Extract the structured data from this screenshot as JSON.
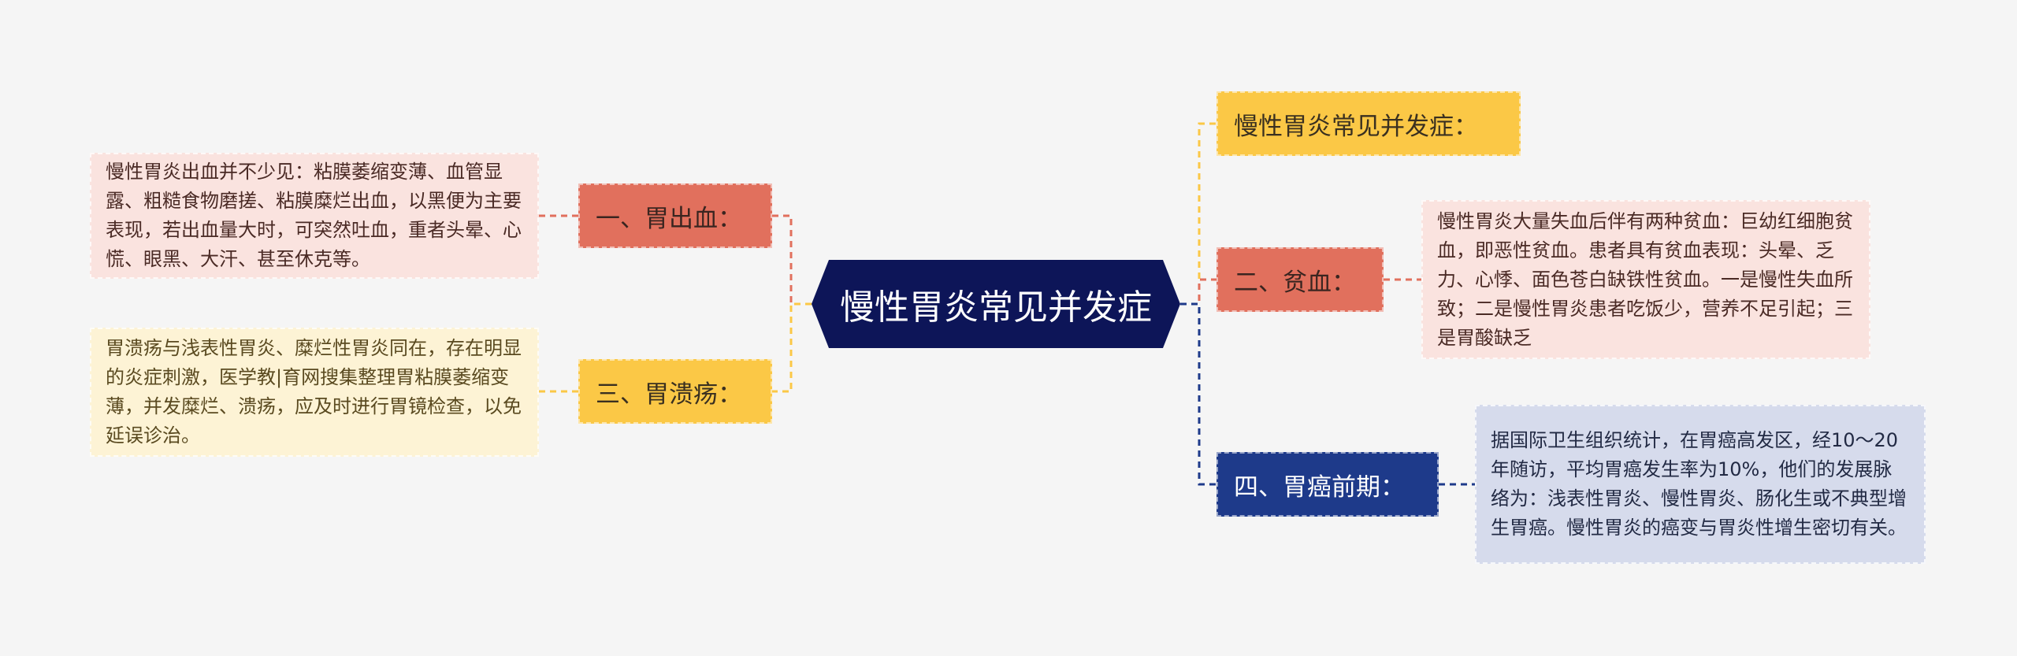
{
  "root": {
    "title": "慢性胃炎常见并发症"
  },
  "branches": [
    {
      "label": "一、胃出血：",
      "text": "慢性胃炎出血并不少见：粘膜萎缩变薄、血管显露、粗糙食物磨搓、粘膜糜烂出血，以黑便为主要表现，若出血量大时，可突然吐血，重者头晕、心慌、眼黑、大汗、甚至休克等。"
    },
    {
      "label": "三、胃溃疡：",
      "text": "胃溃疡与浅表性胃炎、糜烂性胃炎同在，存在明显的炎症刺激，医学教|育网搜集整理胃粘膜萎缩变薄，并发糜烂、溃疡，应及时进行胃镜检查，以免延误诊治。"
    },
    {
      "label": "慢性胃炎常见并发症："
    },
    {
      "label": "二、贫血：",
      "text": "慢性胃炎大量失血后伴有两种贫血：巨幼红细胞贫血，即恶性贫血。患者具有贫血表现：头晕、乏力、心悸、面色苍白缺铁性贫血。一是慢性失血所致；二是慢性胃炎患者吃饭少，营养不足引起；三是胃酸缺乏"
    },
    {
      "label": "四、胃癌前期：",
      "text": "据国际卫生组织统计，在胃癌高发区，经10～20年随访，平均胃癌发生率为10%，他们的发展脉络为：浅表性胃炎、慢性胃炎、肠化生或不典型增生胃癌。慢性胃炎的癌变与胃炎性增生密切有关。"
    }
  ],
  "colors": {
    "background": "#f5f5f5",
    "root": "#0d1558",
    "red": "#e1705d",
    "yellow": "#fbc846",
    "navy": "#1e3a8a",
    "red_light": "#fae3df",
    "yellow_light": "#fdf3d5",
    "navy_light": "#d6dbec"
  }
}
